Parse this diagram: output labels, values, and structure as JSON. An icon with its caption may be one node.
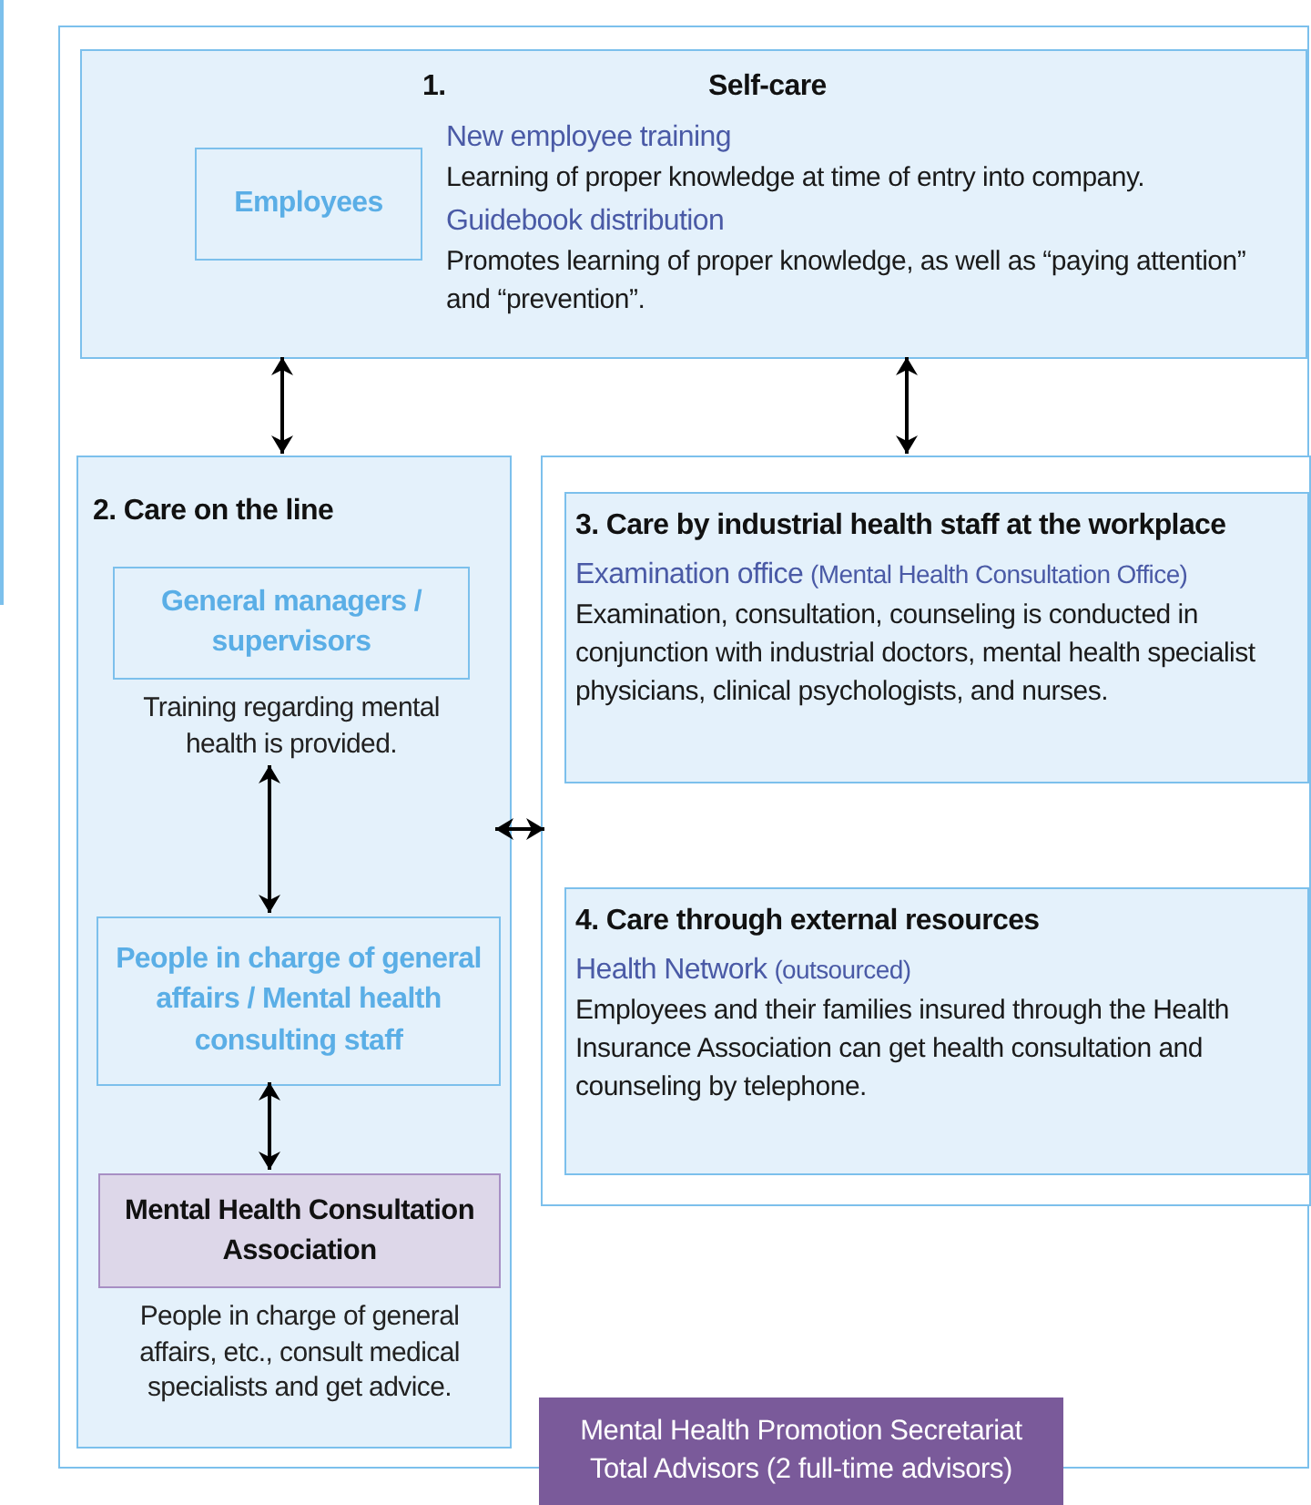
{
  "diagram": {
    "nodes": [
      {
        "text": [],
        "shape": "box"
      },
      {
        "text": [
          "1.",
          "Self-care",
          "New employee training",
          "Learning of proper knowledge at time of entry into company.",
          "Guidebook distribution",
          "Promotes learning of proper knowledge, as well as “paying attention” and “prevention”."
        ],
        "in": 0
      },
      {
        "text": [
          "Employees"
        ],
        "in": 1
      },
      {
        "text": [
          "2. Care on the line"
        ],
        "in": 0
      },
      {
        "text": [
          "General managers / supervisors"
        ],
        "in": 3,
        "beside": [
          "Training regarding mental health is provided."
        ]
      },
      {
        "text": [
          "People in charge of general affairs / Mental health consulting staff"
        ],
        "in": 3
      },
      {
        "text": [
          "Mental Health Consultation Association"
        ],
        "in": 3,
        "beside": [
          "People in charge of general affairs, etc., consult medical specialists and get advice."
        ]
      },
      {
        "text": [],
        "shape": "box",
        "in": 0
      },
      {
        "text": [
          "3. Care by industrial health staff at the workplace",
          "Examination office",
          "(Mental Health Consultation Office)",
          "Examination, consultation, counseling is conducted in conjunction with industrial doctors, mental health specialist physicians, clinical psychologists, and nurses."
        ],
        "in": 7
      },
      {
        "text": [
          "4. Care through external resources",
          "Health Network",
          "(outsourced)",
          "Employees and their families insured through the Health Insurance Association can get health consultation and counseling by telephone."
        ],
        "in": 7
      },
      {
        "text": [
          "Mental Health Promotion Secretariat Total Advisors (2 full-time advisors)"
        ]
      }
    ],
    "edges": [
      {
        "from": 1,
        "to": 3,
        "arrow": "both"
      },
      {
        "from": 1,
        "to": 7,
        "arrow": "both"
      },
      {
        "from": 4,
        "to": 5,
        "arrow": "both"
      },
      {
        "from": 5,
        "to": 6,
        "arrow": "both"
      },
      {
        "from": 3,
        "to": 7,
        "arrow": "both"
      }
    ]
  }
}
